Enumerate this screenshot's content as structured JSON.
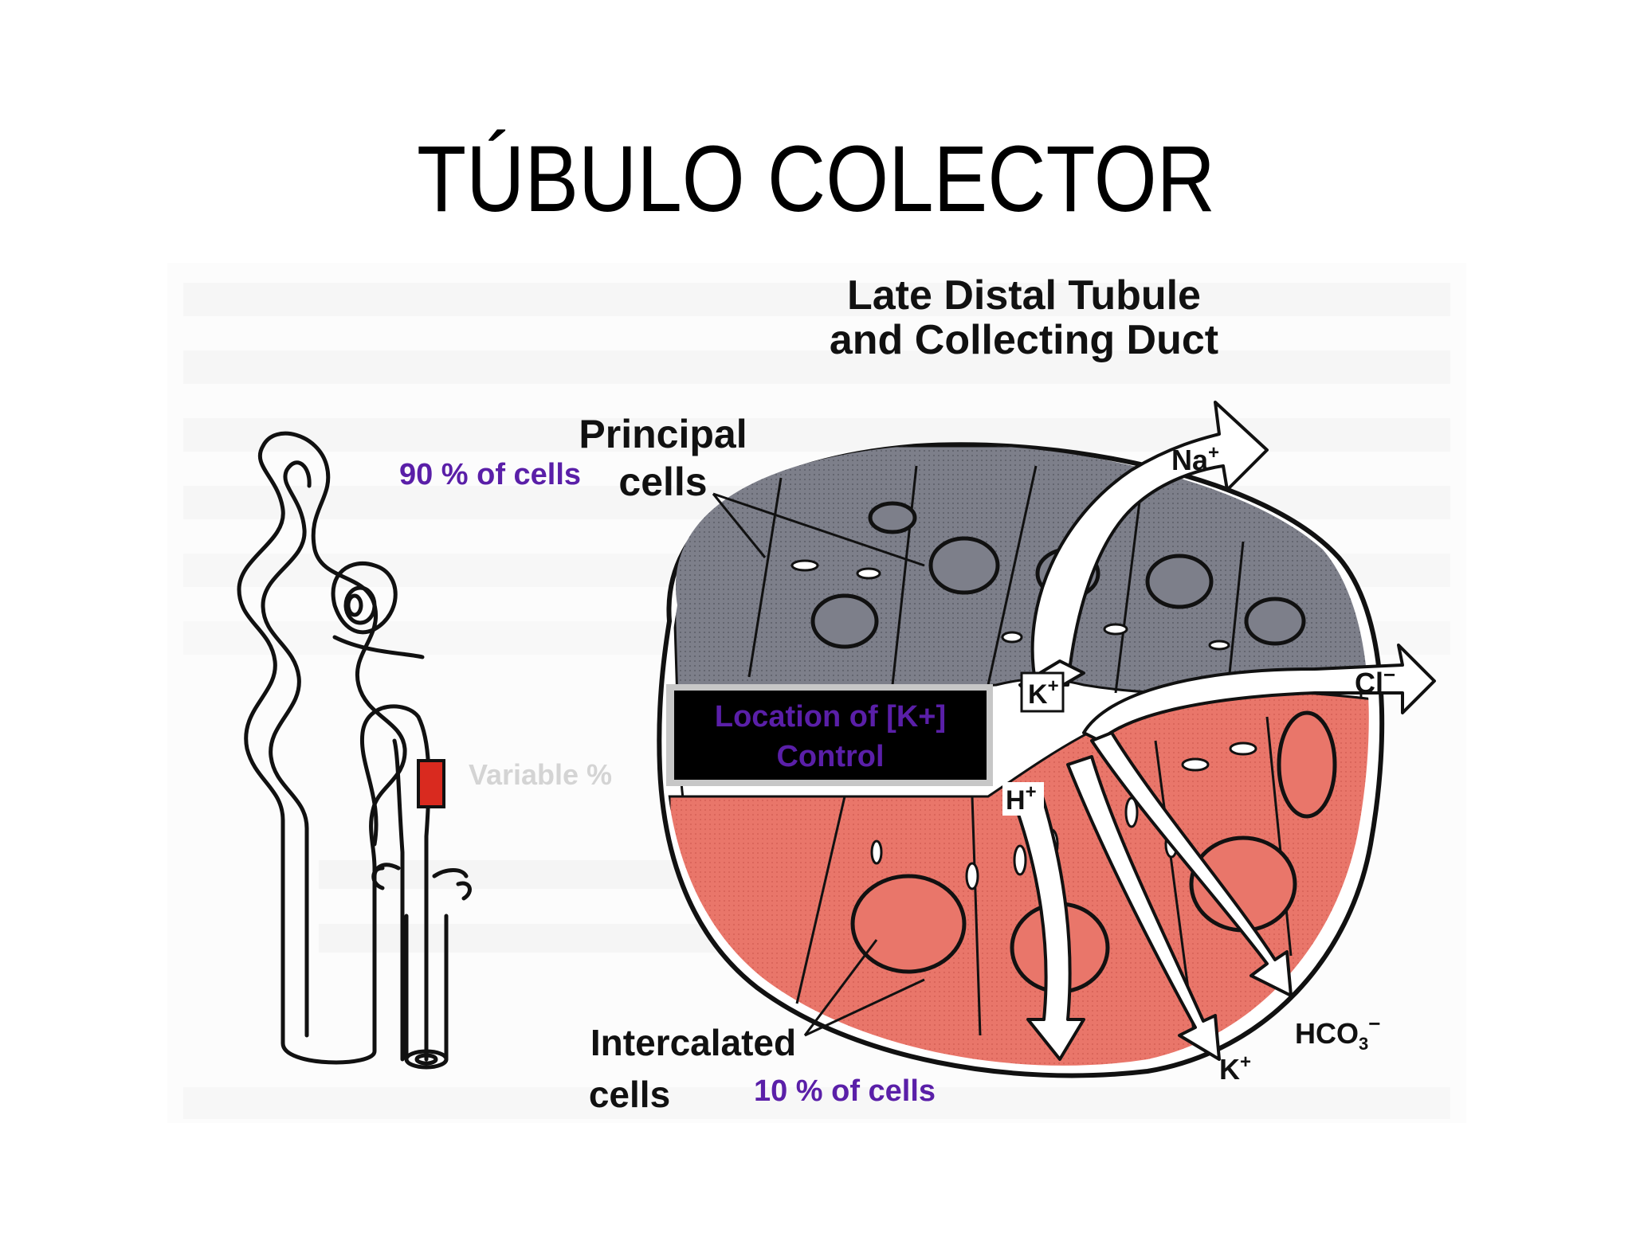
{
  "slide": {
    "title": "TÚBULO COLECTOR"
  },
  "diagram": {
    "heading_line1": "Late Distal Tubule",
    "heading_line2": "and Collecting Duct",
    "principal_label_line1": "Principal",
    "principal_label_line2": "cells",
    "principal_percent": "90 % of cells",
    "intercalated_label_line1": "Intercalated",
    "intercalated_label_line2": "cells",
    "intercalated_percent": "10 % of cells",
    "variable_percent": "Variable %",
    "location_box_line1": "Location of [K+]",
    "location_box_line2": "Control",
    "ions": {
      "na": "Na",
      "na_sup": "+",
      "cl": "Cl",
      "cl_sup": "−",
      "k_in": "K",
      "k_in_sup": "+",
      "h": "H",
      "h_sup": "+",
      "k_out": "K",
      "k_out_sup": "+",
      "hco3": "HCO",
      "hco3_sub": "3",
      "hco3_sup": "−"
    },
    "colors": {
      "principal_cells": "#7d7f8a",
      "intercalated_cells": "#e9766a",
      "highlight_segment": "#d92a1f",
      "purple_text": "#5a1fa8"
    }
  }
}
